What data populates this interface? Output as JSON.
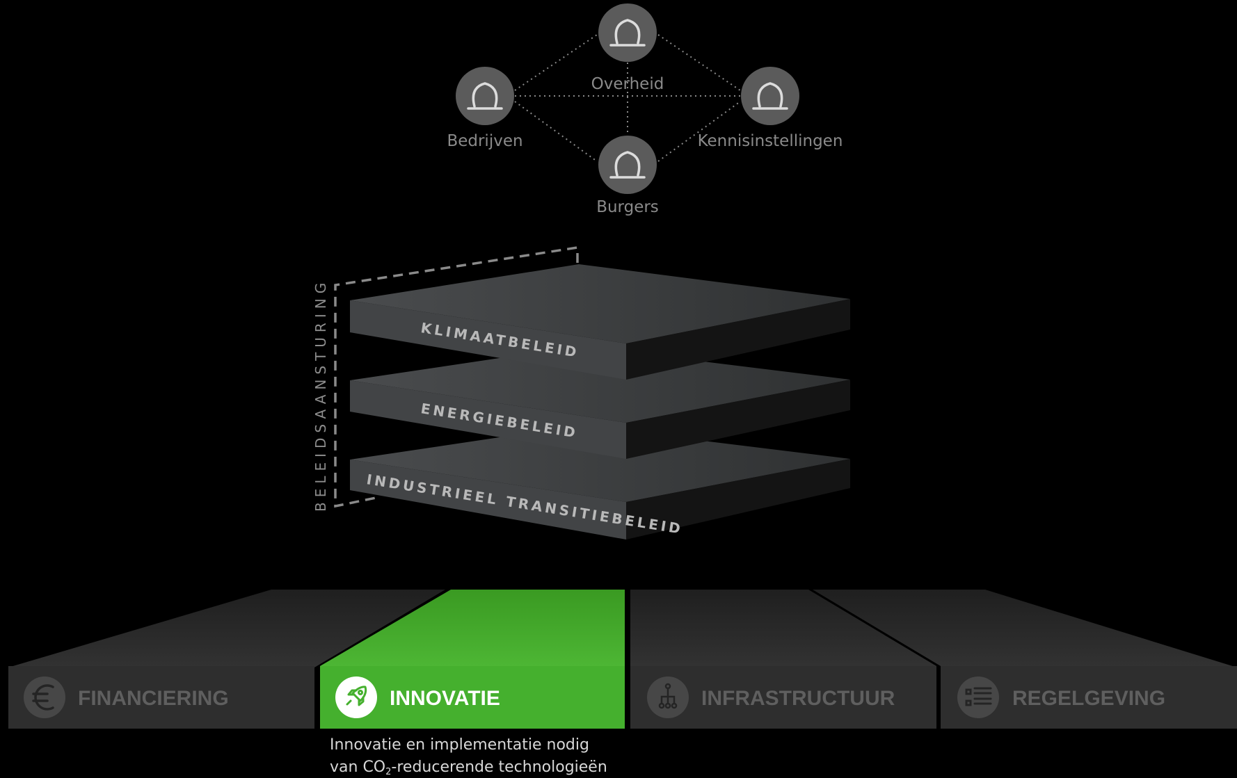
{
  "actors": {
    "overheid": "Overheid",
    "bedrijven": "Bedrijven",
    "kennisinstellingen": "Kennisinstellingen",
    "burgers": "Burgers"
  },
  "governance": {
    "vertical_label": "BELEIDSAANSTURING",
    "layers": [
      "KLIMAATBELEID",
      "ENERGIEBELEID",
      "INDUSTRIEEL TRANSITIEBELEID"
    ]
  },
  "pillars": [
    {
      "label": "FINANCIERING",
      "icon": "euro-icon",
      "active": false
    },
    {
      "label": "INNOVATIE",
      "icon": "rocket-icon",
      "active": true
    },
    {
      "label": "INFRASTRUCTUUR",
      "icon": "network-icon",
      "active": false
    },
    {
      "label": "REGELGEVING",
      "icon": "list-icon",
      "active": false
    }
  ],
  "description": {
    "line1": "Innovatie en implementatie nodig",
    "line2_prefix": "van CO",
    "line2_subscript": "2",
    "line2_suffix": "-reducerende technologieën"
  },
  "colors": {
    "background": "#000000",
    "active_green": "#45b02e",
    "actor_circle": "#5b5b5b",
    "layer_top": "#3d3f40"
  }
}
